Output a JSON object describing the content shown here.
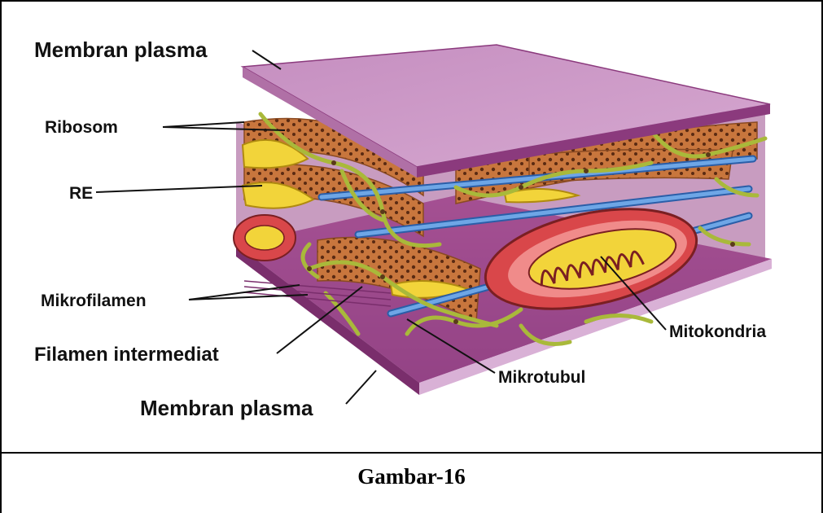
{
  "figure": {
    "labels": {
      "membran_plasma_top": "Membran plasma",
      "ribosom": "Ribosom",
      "re": "RE",
      "mikrofilamen": "Mikrofilamen",
      "filamen_intermediat": "Filamen intermediat",
      "membran_plasma_bottom": "Membran plasma",
      "mikrotubul": "Mikrotubul",
      "mitokondria": "Mitokondria"
    },
    "colors": {
      "membrane": "#a8508f",
      "membrane_light": "#c990c0",
      "er_rough": "#c8763d",
      "er_smooth": "#f2d43a",
      "microtubule": "#4f8fd6",
      "filament": "#a9b93a",
      "mitochondria": "#d9474a"
    }
  },
  "caption": "Gambar-16"
}
